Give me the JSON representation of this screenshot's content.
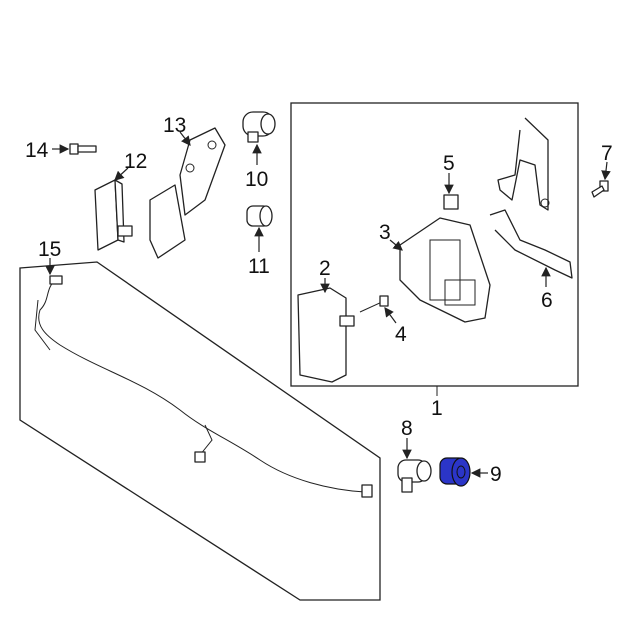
{
  "callouts": {
    "c1": "1",
    "c2": "2",
    "c3": "3",
    "c4": "4",
    "c5": "5",
    "c6": "6",
    "c7": "7",
    "c8": "8",
    "c9": "9",
    "c10": "10",
    "c11": "11",
    "c12": "12",
    "c13": "13",
    "c14": "14",
    "c15": "15"
  },
  "colors": {
    "highlight": "#2b35c8",
    "line": "#222222"
  },
  "highlighted_part": "9"
}
